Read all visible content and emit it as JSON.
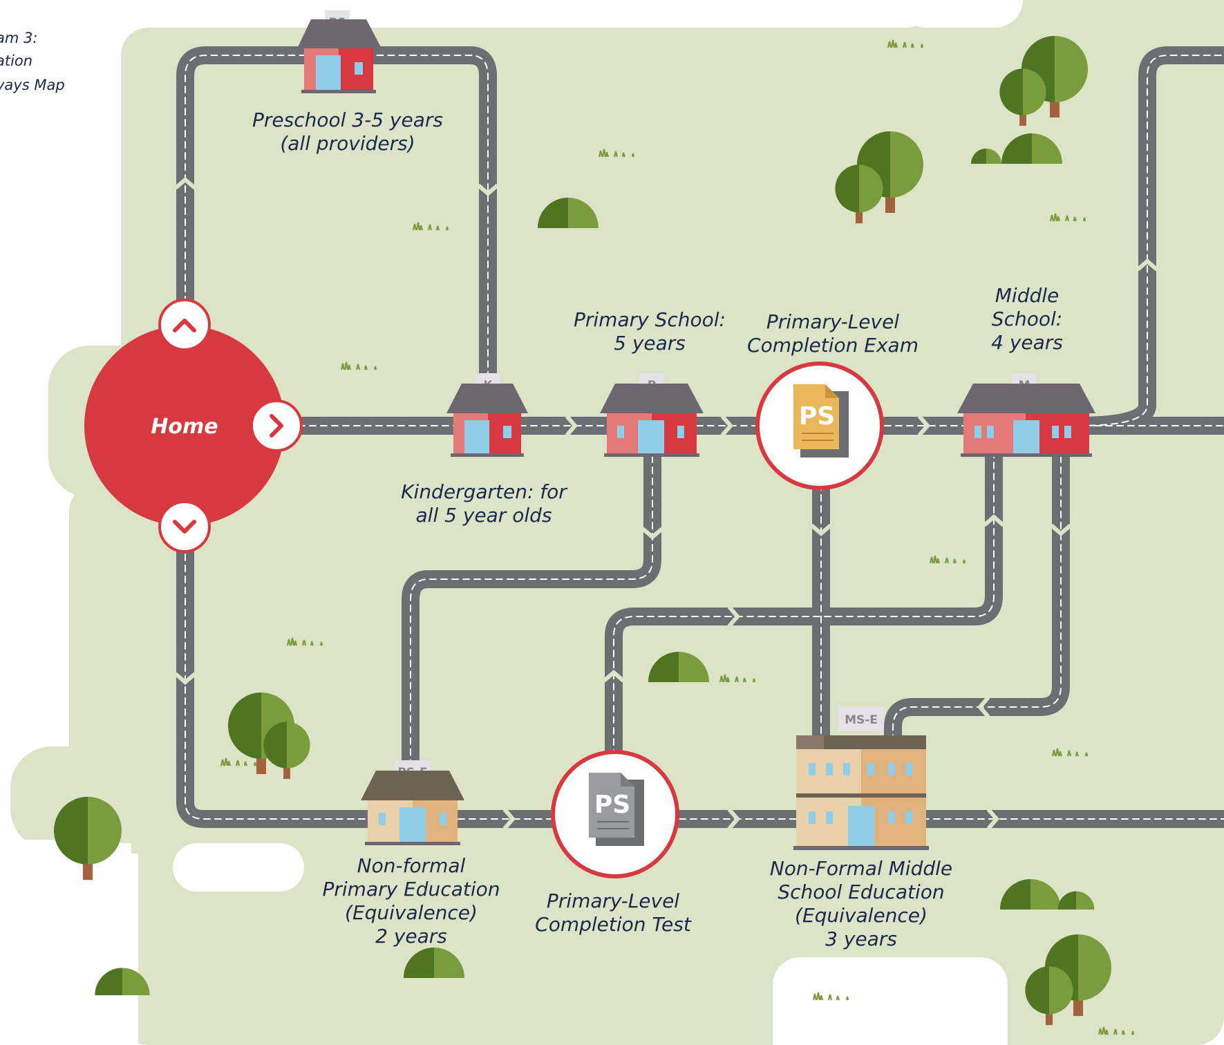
{
  "figure": {
    "title_lines": [
      "am 3:",
      "ation",
      "vays Map"
    ]
  },
  "home": {
    "label": "Home"
  },
  "schools": {
    "preschool": {
      "sign": "PS",
      "label_lines": [
        "Preschool 3-5 years",
        "(all providers)"
      ]
    },
    "kindergarten": {
      "sign": "K",
      "label_lines": [
        "Kindergarten: for",
        "all  5 year olds"
      ]
    },
    "primary": {
      "sign": "P",
      "label_lines": [
        "Primary School:",
        "5 years"
      ]
    },
    "middle": {
      "sign": "M",
      "label_lines": [
        "Middle",
        "School:",
        "4 years"
      ]
    },
    "nonformal_primary": {
      "sign": "PS-E",
      "label_lines": [
        "Non-formal",
        "Primary Education",
        "(Equivalence)",
        "2 years"
      ]
    },
    "nonformal_middle": {
      "sign": "MS-E",
      "label_lines": [
        "Non-Formal Middle",
        "School Education",
        "(Equivalence)",
        "3 years"
      ]
    }
  },
  "checkpoints": {
    "exam": {
      "doc": "PS",
      "label_lines": [
        "Primary-Level",
        "Completion Exam"
      ]
    },
    "test": {
      "doc": "PS",
      "label_lines": [
        "Primary-Level",
        "Completion Test"
      ]
    }
  },
  "colors": {
    "land": "#dce3c6",
    "road": "#6d6e72",
    "accent_red": "#d63a40",
    "building_red": "#d63a40",
    "building_tan": "#dfb27e",
    "exam_doc": "#e9b85a",
    "test_doc": "#9a9b9e",
    "tree_dark": "#4f7523",
    "tree_light": "#7a9c3c"
  }
}
